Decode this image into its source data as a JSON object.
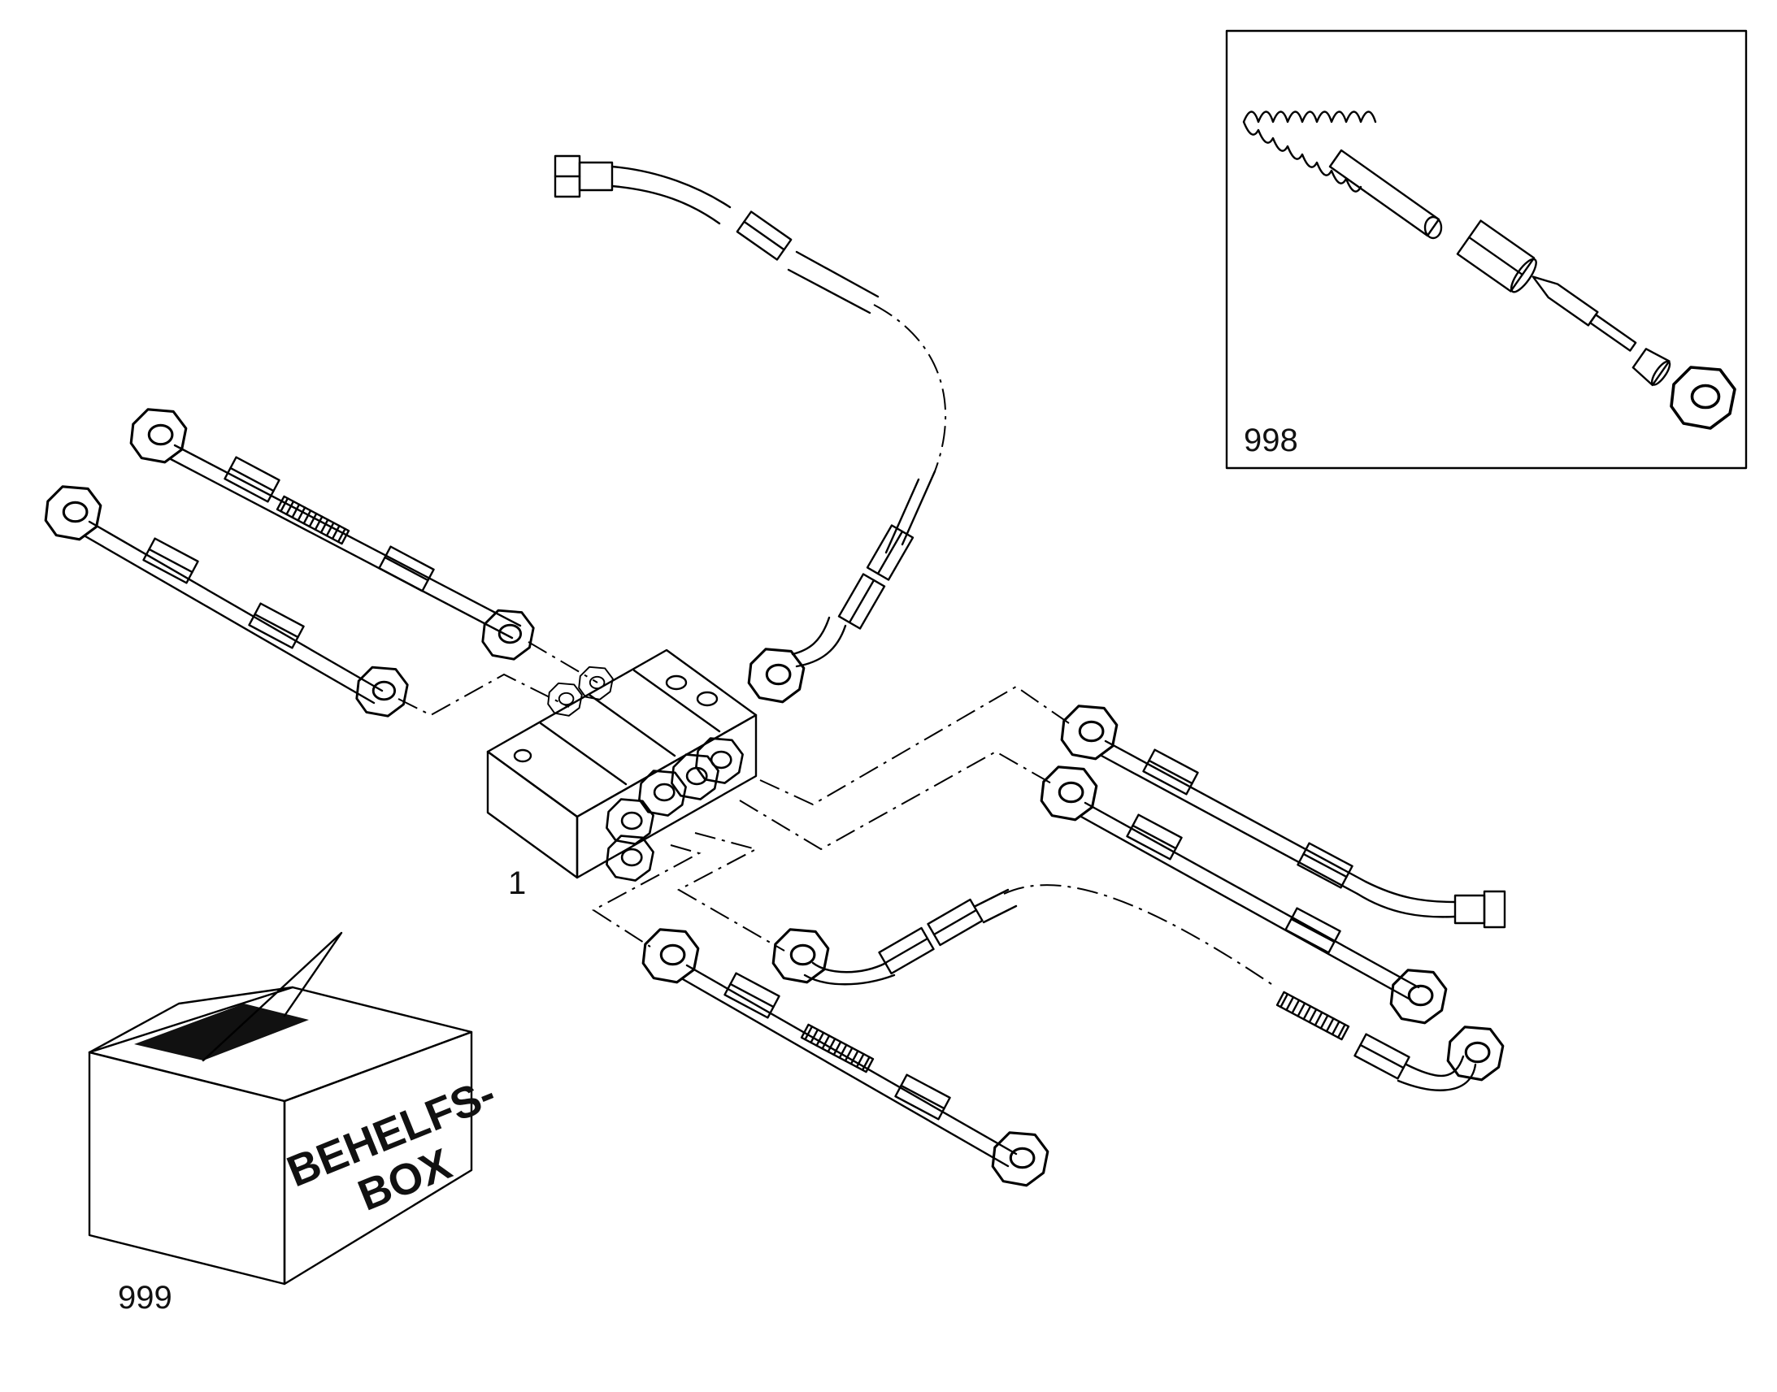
{
  "labels": {
    "distributor": "1",
    "repair_kit": "998",
    "aux_box": "999"
  },
  "box_text": {
    "line1": "BEHELFS-",
    "line2": "BOX"
  },
  "colors": {
    "line": "#000000",
    "background": "#ffffff"
  }
}
